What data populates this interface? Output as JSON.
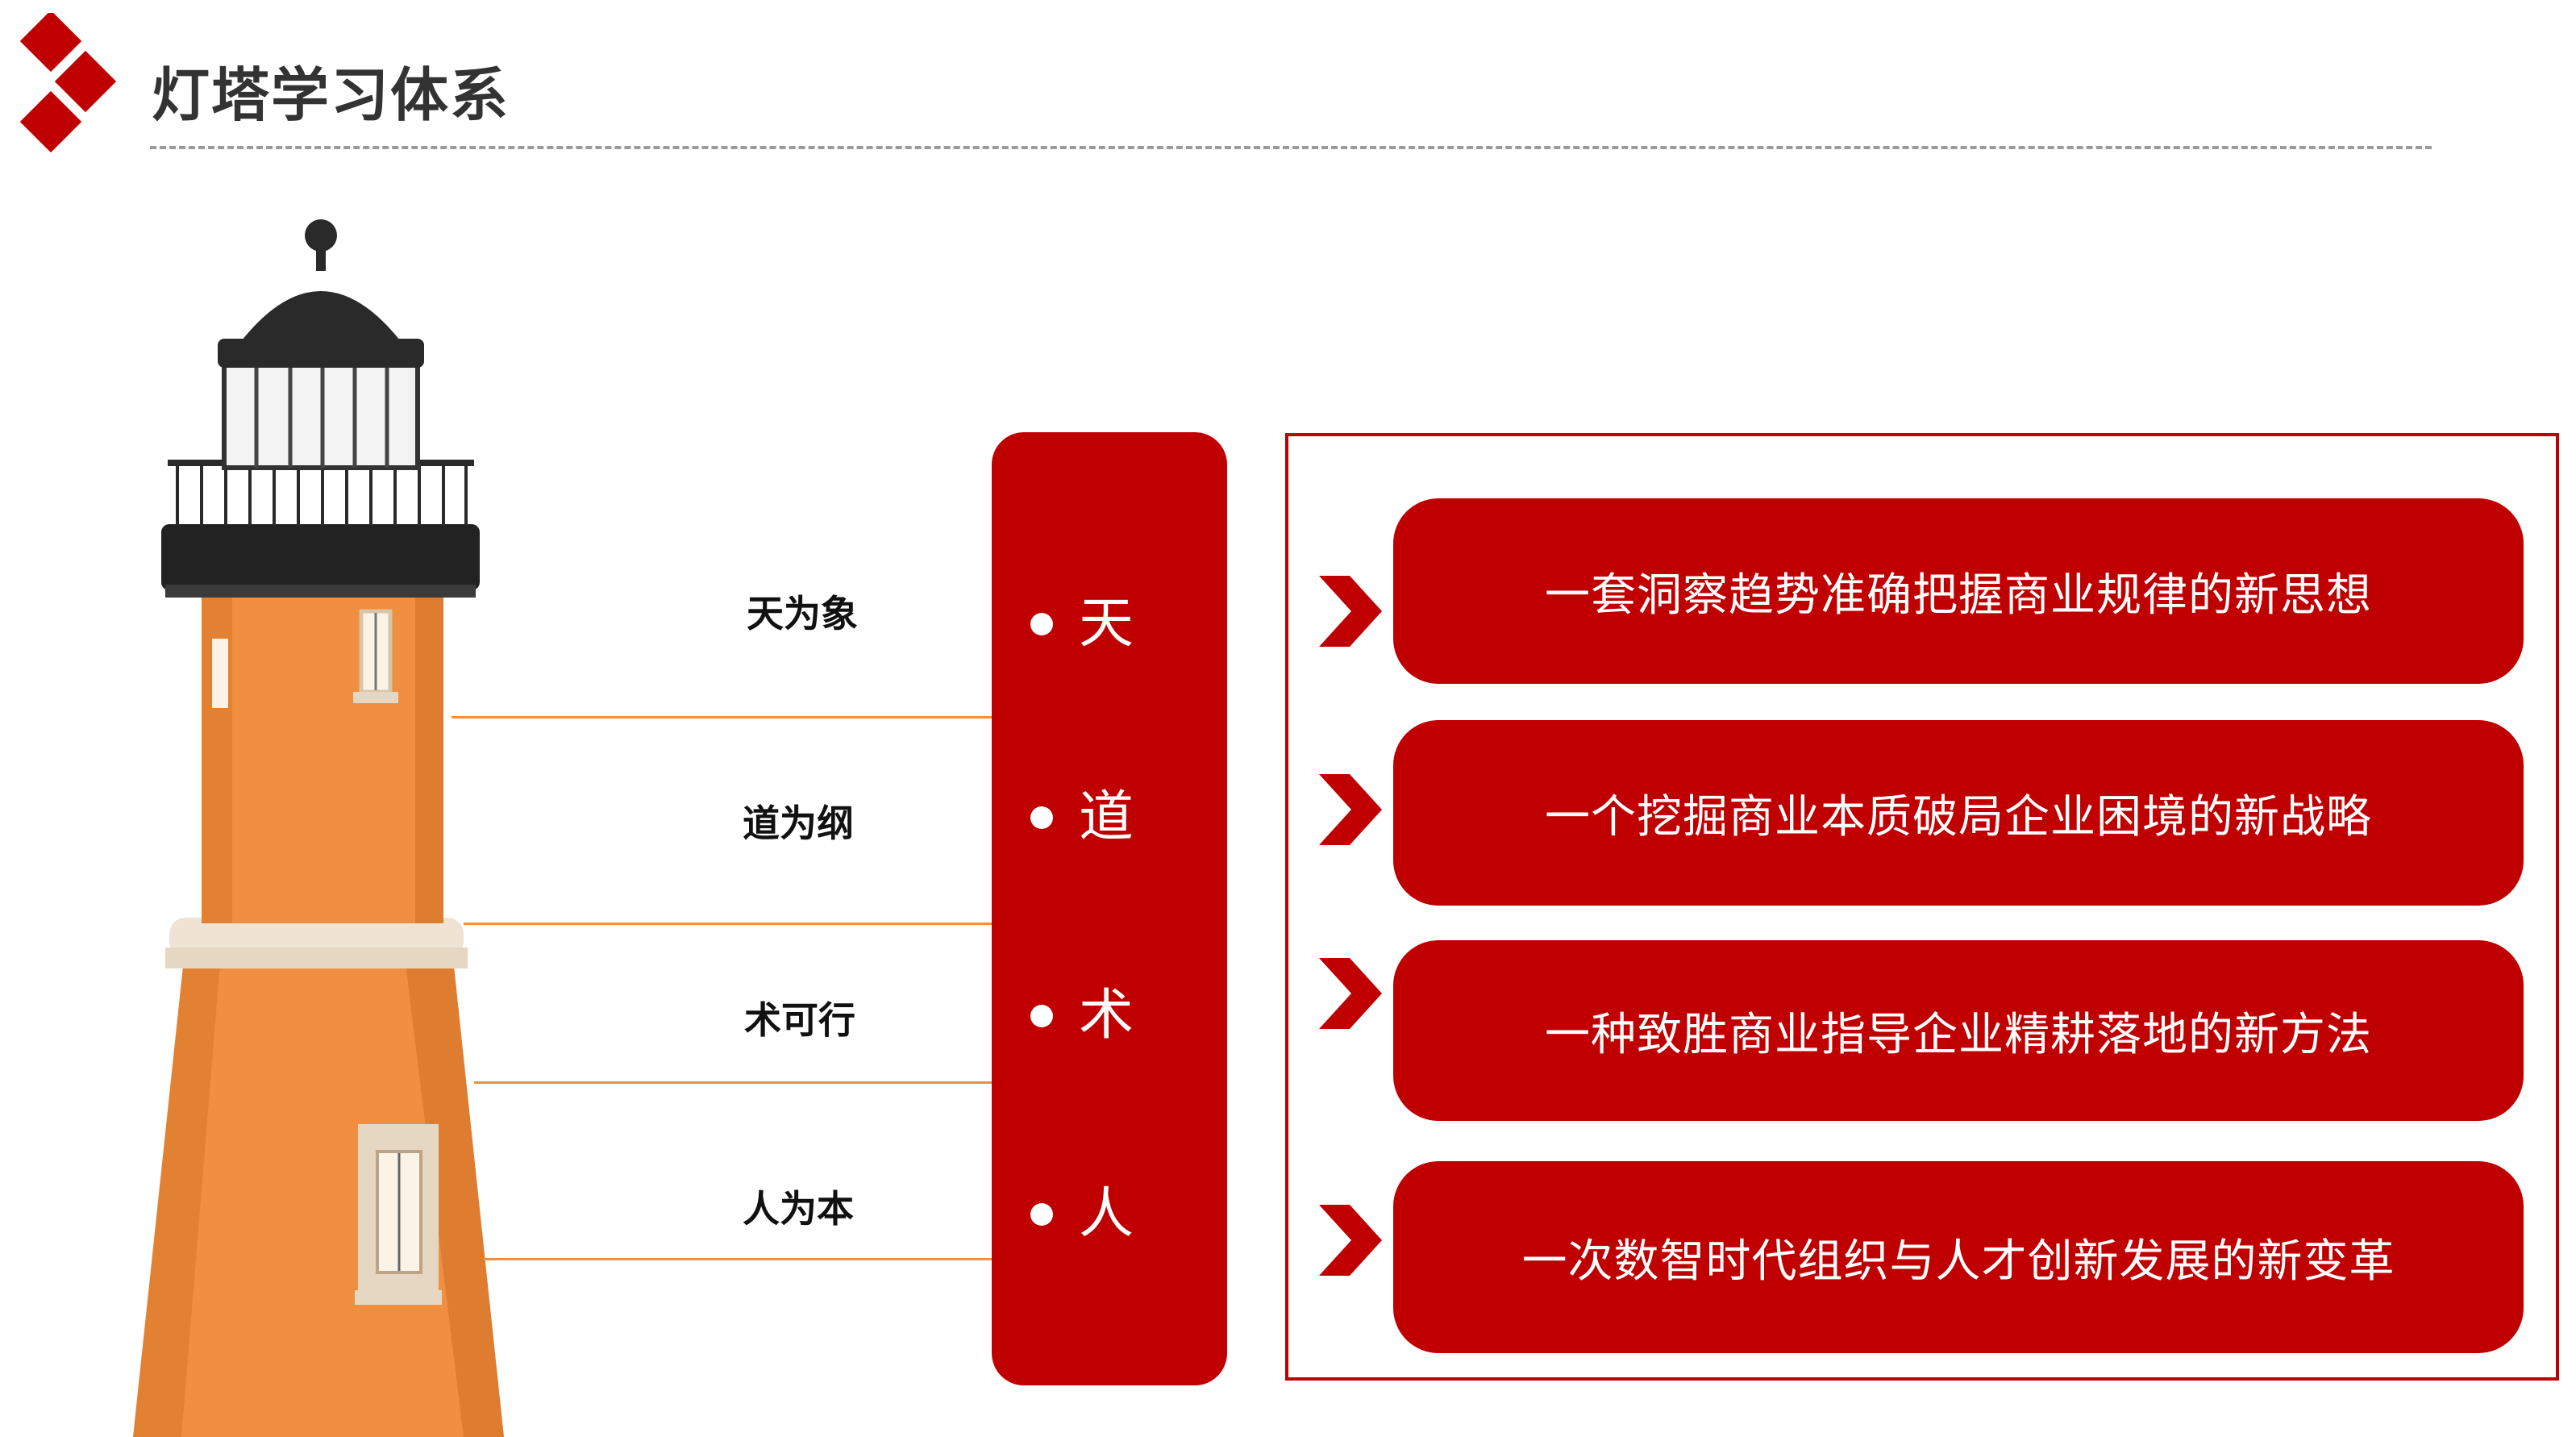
{
  "header": {
    "title": "灯塔学习体系"
  },
  "colors": {
    "accent": "#c00000",
    "connector_line": "#ef8f3f",
    "lighthouse_body": "#ef8f3f",
    "title_text": "#333333"
  },
  "side_labels": [
    "天为象",
    "道为纲",
    "术可行",
    "人为本"
  ],
  "pillar": {
    "items": [
      "天",
      "道",
      "术",
      "人"
    ]
  },
  "statements": [
    "一套洞察趋势准确把握商业规律的新思想",
    "一个挖掘商业本质破局企业困境的新战略",
    "一种致胜商业指导企业精耕落地的新方法",
    "一次数智时代组织与人才创新发展的新变革"
  ],
  "icons": {
    "logo": "red-diamonds-logo-icon",
    "bullet": "chevron-right-icon",
    "illustration": "lighthouse-icon"
  }
}
